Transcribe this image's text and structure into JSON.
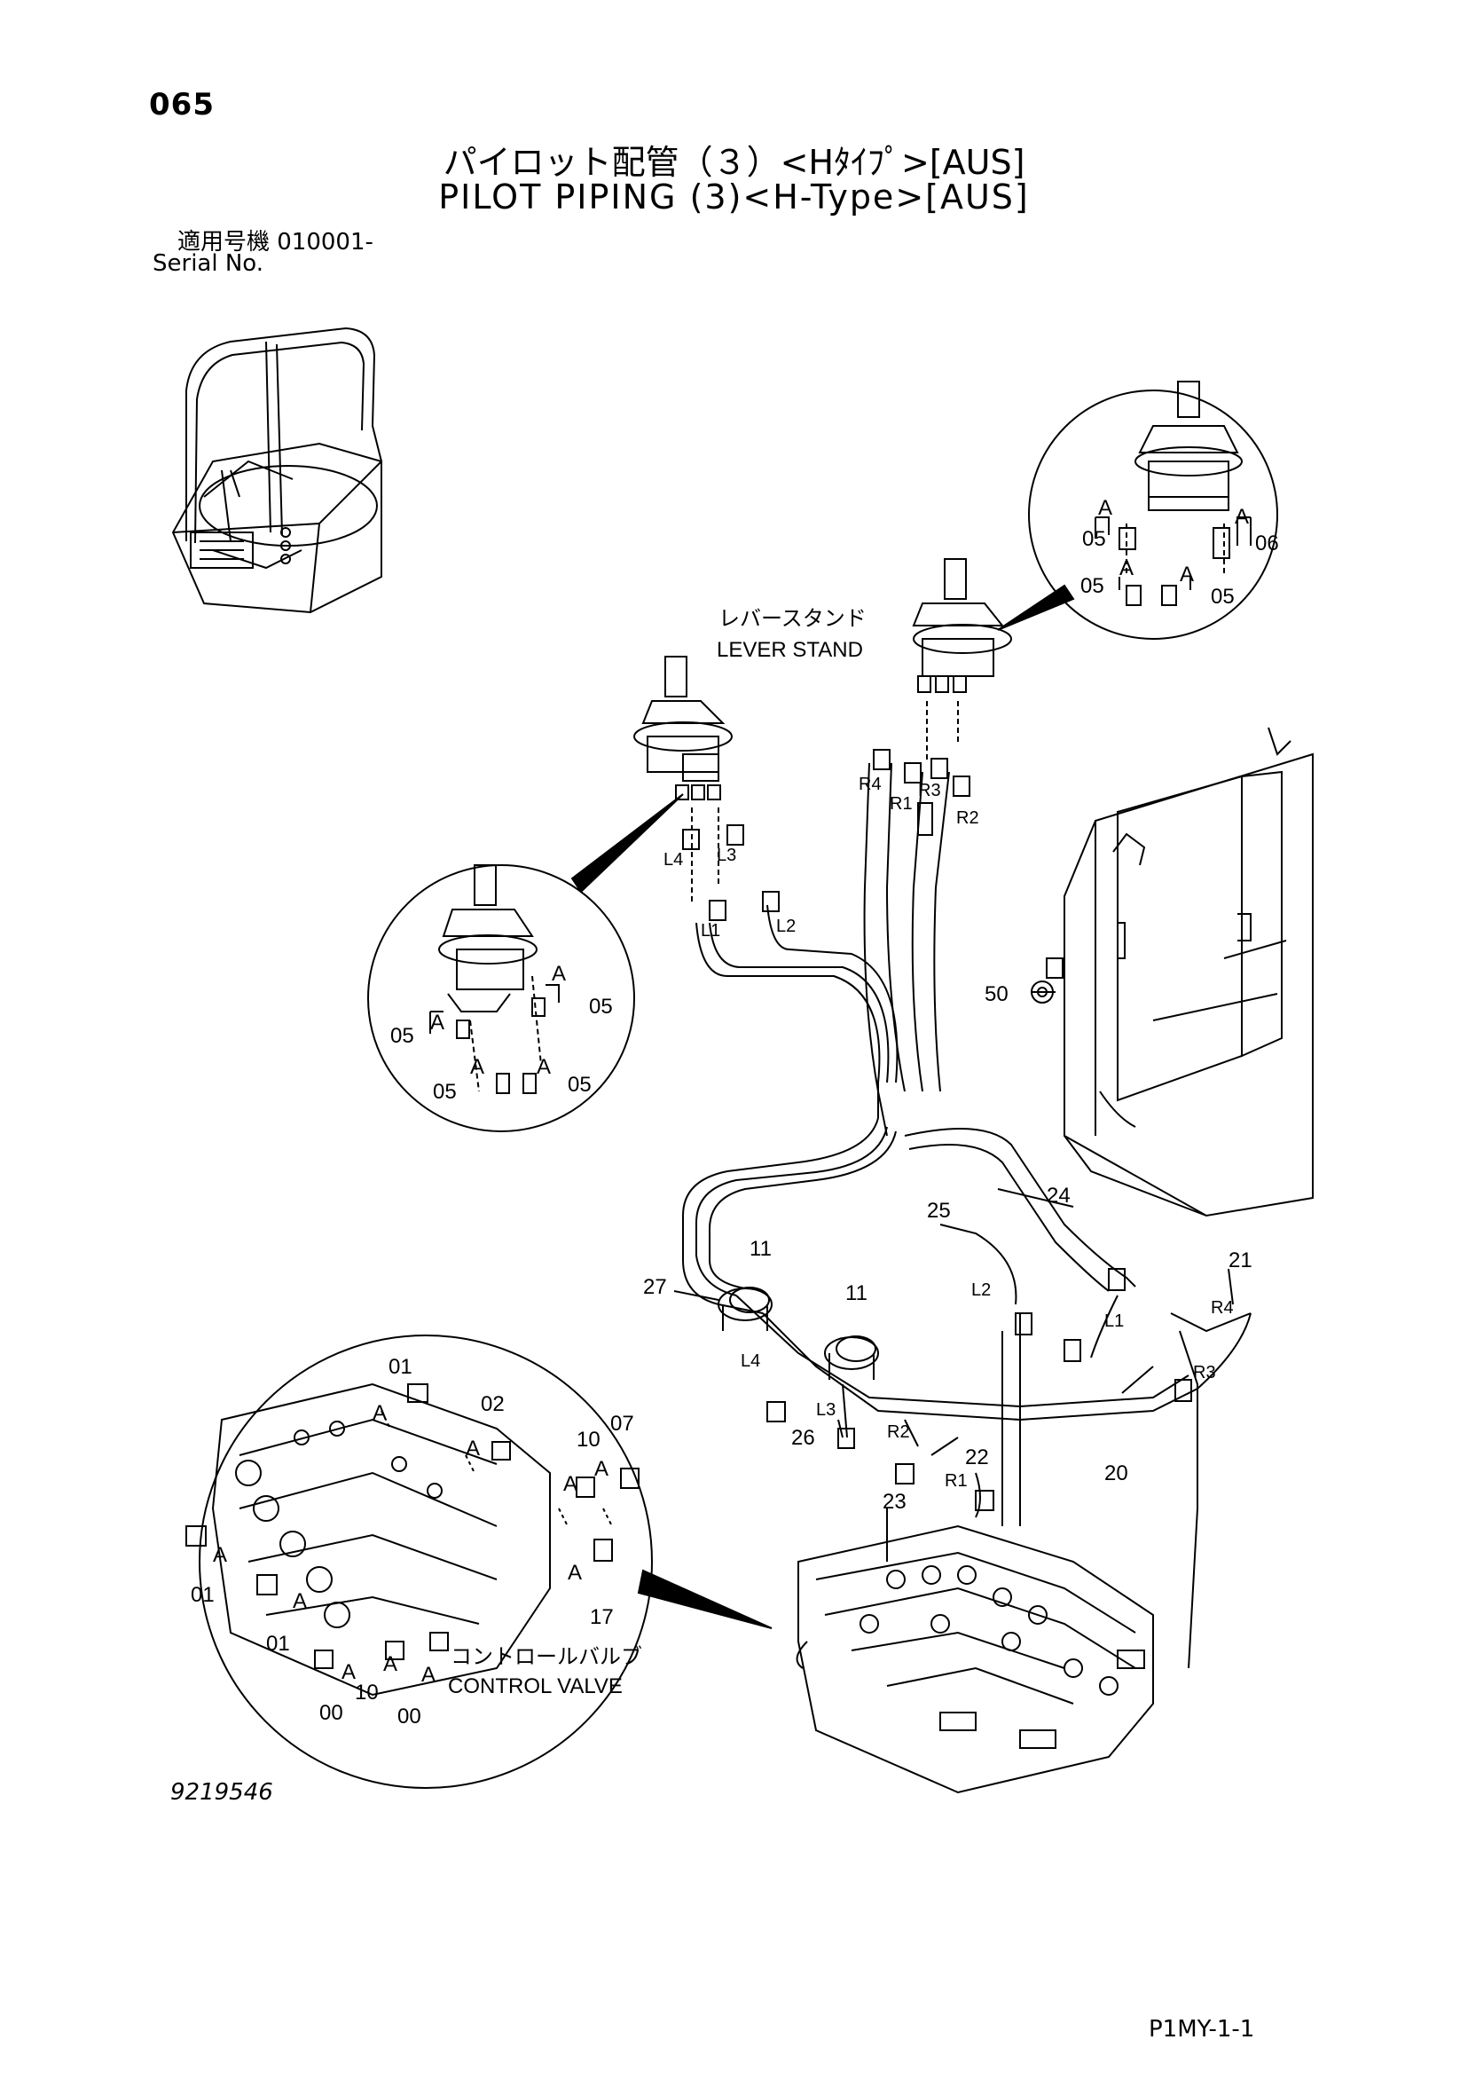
{
  "header": {
    "page_number": "065",
    "title_jp": "パイロット配管（３）<Hﾀｲﾌﾟ>[AUS]",
    "title_en": "PILOT PIPING (3)<H-Type>[AUS]",
    "serial_label_jp": "適用号機  010001-",
    "serial_label_en": "Serial No."
  },
  "captions": {
    "lever_stand_jp": "レバースタンド",
    "lever_stand_en": "LEVER STAND",
    "control_valve_jp": "コントロールバルブ",
    "control_valve_en": "CONTROL VALVE"
  },
  "callouts": {
    "n05": "05",
    "n06": "06",
    "n50": "50",
    "n24": "24",
    "n25": "25",
    "n21": "21",
    "n27": "27",
    "n11": "11",
    "n26": "26",
    "n22": "22",
    "n23": "23",
    "n20": "20",
    "n01": "01",
    "n02": "02",
    "n10": "10",
    "n07": "07",
    "n17": "17",
    "n00": "00",
    "a": "A"
  },
  "port_labels": {
    "r1": "R1",
    "r2": "R2",
    "r3": "R3",
    "r4": "R4",
    "l1": "L1",
    "l2": "L2",
    "l3": "L3",
    "l4": "L4"
  },
  "footer": {
    "figure_number": "9219546",
    "page_code": "P1MY-1-1"
  }
}
